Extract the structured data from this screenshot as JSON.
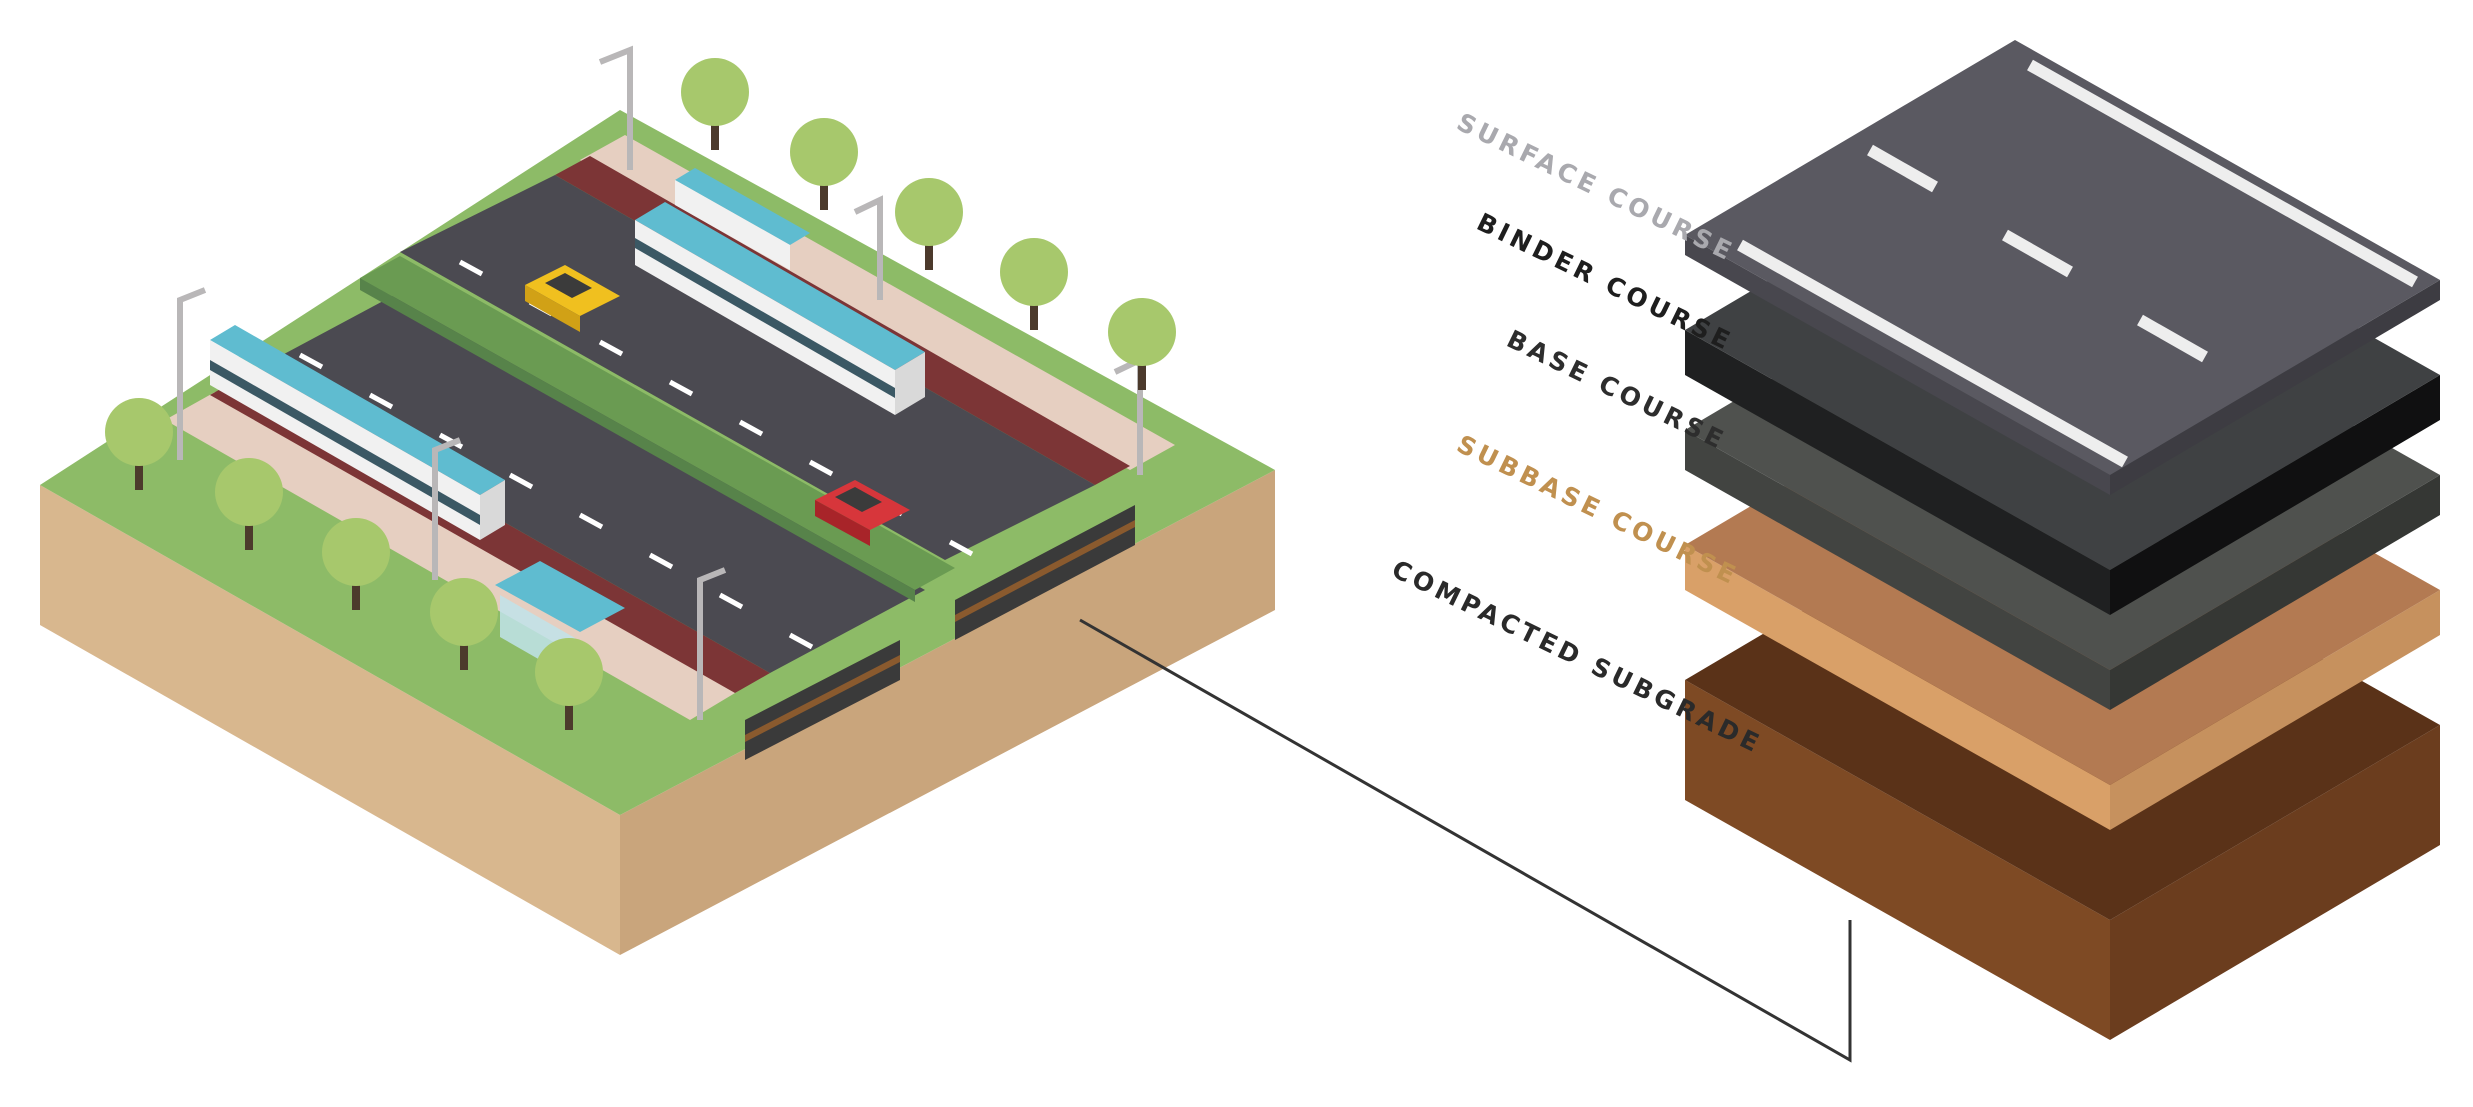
{
  "layers": [
    {
      "label": "SURFACE COURSE",
      "label_color": "#a9a9ae",
      "top_color": "#5a5961",
      "side_color": "#3d3c42",
      "front_color": "#48474e"
    },
    {
      "label": "BINDER COURSE",
      "label_color": "#1e1e1e",
      "top_color": "#3f4143",
      "side_color": "#101011",
      "front_color": "#1f2021"
    },
    {
      "label": "BASE COURSE",
      "label_color": "#2d2d2d",
      "top_color": "#4f514e",
      "side_color": "#353734",
      "front_color": "#424441"
    },
    {
      "label": "SUBBASE COURSE",
      "label_color": "#c0904f",
      "top_color": "#b37a52",
      "side_color": "#c6915e",
      "front_color": "#d9a068"
    },
    {
      "label": "COMPACTED SUBGRADE",
      "label_color": "#2a2a2a",
      "top_color": "#5a3218",
      "side_color": "#6b3d1e",
      "front_color": "#7e4a24"
    }
  ],
  "colors": {
    "grass": "#8dbb67",
    "soil": "#d8b78e",
    "soil_side": "#c9a57c",
    "asphalt": "#4b4a51",
    "sidewalk": "#e6cfc1",
    "bike_lane": "#7c3536",
    "median": "#6a9b52",
    "bus_body": "#f1f1f1",
    "bus_roof": "#5fbcd0",
    "taxi": "#f0c01f",
    "car_red": "#d7363b",
    "tree": "#a7c86c",
    "trunk": "#4c3a2c",
    "lamp": "#b9b7b8",
    "connector": "#333333"
  }
}
